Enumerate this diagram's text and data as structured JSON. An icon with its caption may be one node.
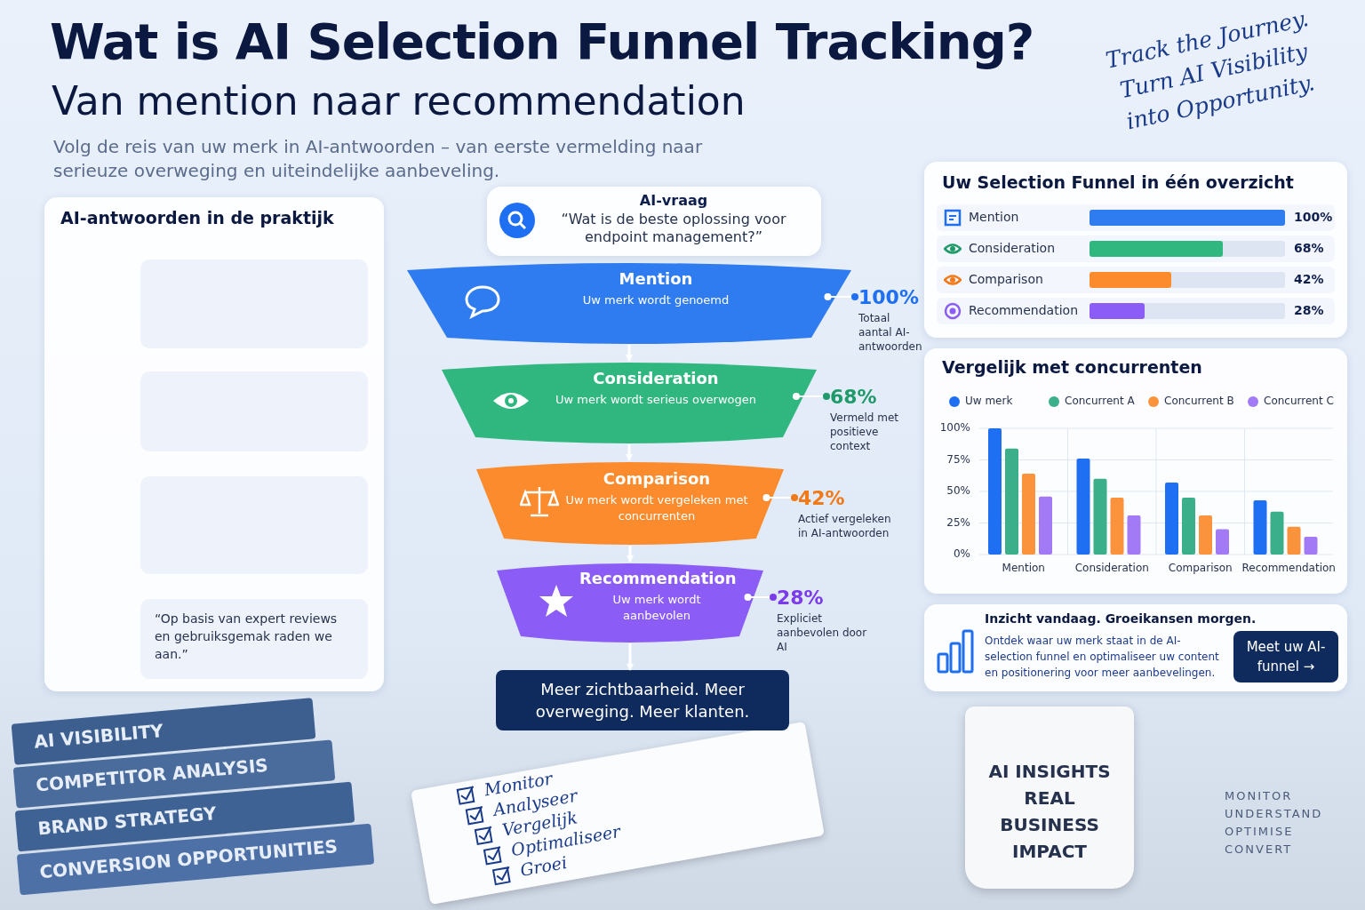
{
  "diagram": {
    "title": "Wat is AI Selection Funnel Tracking?",
    "nodes": [
      {
        "text": [
          "AI-vraag",
          "“Wat is de beste oplossing voor endpoint management?”"
        ]
      },
      {
        "text": [
          "Mention",
          "Uw merk wordt genoemd"
        ]
      },
      {
        "text": [
          "Consideration",
          "Uw merk wordt serieus overwogen"
        ]
      },
      {
        "text": [
          "Comparison",
          "Uw merk wordt vergeleken met concurrenten"
        ]
      },
      {
        "text": [
          "Recommendation",
          "Uw merk wordt aanbevolen"
        ]
      },
      {
        "text": [
          "Meer zichtbaarheid. Meer overweging. Meer klanten."
        ]
      },
      {
        "text": [
          "AI-antwoorden in de praktijk"
        ]
      },
      {
        "text": [],
        "shape": "box",
        "in": 6
      },
      {
        "text": [],
        "shape": "box",
        "in": 6
      },
      {
        "text": [],
        "shape": "box",
        "in": 6
      },
      {
        "text": [
          "“Op basis van expert reviews en gebruiksgemak raden we aan.”"
        ],
        "in": 6
      },
      {
        "text": [
          "Uw Selection Funnel in één overzicht"
        ]
      },
      {
        "text": [
          "Mention",
          "100%"
        ],
        "in": 11
      },
      {
        "text": [
          "Consideration",
          "68%"
        ],
        "in": 11
      },
      {
        "text": [
          "Comparison",
          "42%"
        ],
        "in": 11
      },
      {
        "text": [
          "Recommendation",
          "28%"
        ],
        "in": 11
      },
      {
        "text": [
          "Vergelijk met concurrenten"
        ]
      },
      {
        "text": [
          "Inzicht vandaag. Groeikansen morgen.",
          "Ontdek waar uw merk staat in de AI-selection funnel en optimaliseer uw content en positionering voor meer aanbevelingen."
        ]
      },
      {
        "text": [
          "Meet uw AI-funnel →"
        ],
        "in": 17
      },
      {
        "text": [
          "100%",
          "Totaal aantal AI-antwoorden"
        ]
      },
      {
        "text": [
          "68%",
          "Vermeld met positieve context"
        ]
      },
      {
        "text": [
          "42%",
          "Actief vergeleken in AI-antwoorden"
        ]
      },
      {
        "text": [
          "28%",
          "Expliciet aanbevolen door AI"
        ]
      }
    ],
    "edges": [
      {
        "from": 1,
        "to": 2,
        "arrow": "to"
      },
      {
        "from": 2,
        "to": 3,
        "arrow": "to"
      },
      {
        "from": 3,
        "to": 4,
        "arrow": "to"
      },
      {
        "from": 4,
        "to": 5,
        "arrow": "to"
      },
      {
        "from": 1,
        "to": 19,
        "arrow": "other"
      },
      {
        "from": 2,
        "to": 20,
        "arrow": "other"
      },
      {
        "from": 3,
        "to": 21,
        "arrow": "other"
      },
      {
        "from": 4,
        "to": 22,
        "arrow": "other"
      }
    ],
    "labels": [
      "Van mention naar recommendation",
      "Volg de reis van uw merk in AI-antwoorden – van eerste vermelding naar serieuze overweging en uiteindelijke aanbeveling.",
      "Track the Journey. Turn AI Visibility into Opportunity.",
      "AI VISIBILITY",
      "COMPETITOR ANALYSIS",
      "BRAND STRATEGY",
      "CONVERSION OPPORTUNITIES",
      "Monitor",
      "Analyseer",
      "Vergelijk",
      "Optimaliseer",
      "Groei",
      "AI INSIGHTS REAL BUSINESS IMPACT",
      "MONITOR",
      "UNDERSTAND",
      "OPTIMISE",
      "CONVERT"
    ],
    "chart_data": {
      "type": "bar",
      "categories": [
        "Mention",
        "Consideration",
        "Comparison",
        "Recommendation"
      ],
      "series": [
        {
          "name": "Uw merk",
          "color": "#1f6ff2",
          "values": [
            100,
            76,
            57,
            43
          ]
        },
        {
          "name": "Concurrent A",
          "color": "#3aaf8a",
          "values": [
            84,
            60,
            45,
            34
          ]
        },
        {
          "name": "Concurrent B",
          "color": "#fb923c",
          "values": [
            64,
            45,
            31,
            22
          ]
        },
        {
          "name": "Concurrent C",
          "color": "#a27af5",
          "values": [
            46,
            31,
            20,
            14
          ]
        }
      ],
      "ylim": [
        0,
        100
      ],
      "yticks": [
        {
          "value": 0,
          "label": "0%"
        },
        {
          "value": 25,
          "label": "25%"
        },
        {
          "value": 50,
          "label": "50%"
        },
        {
          "value": 75,
          "label": "75%"
        },
        {
          "value": 100,
          "label": "100%"
        }
      ],
      "grid": true,
      "legend": true
    }
  }
}
